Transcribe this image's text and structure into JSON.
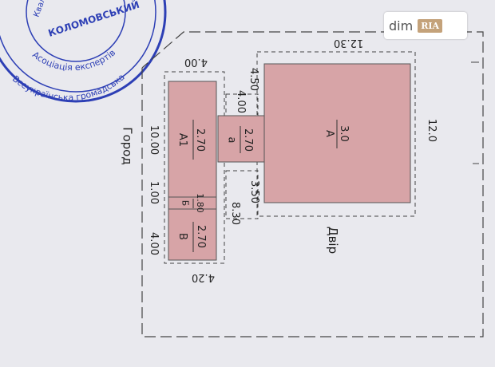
{
  "plan": {
    "outer_dims": {
      "left": "4.20",
      "top": "4.00",
      "right_top": "12.30",
      "right_side": "12.0"
    },
    "segments_left": [
      "4.00",
      "1.00",
      "10.00"
    ],
    "labels": {
      "garden": "Город",
      "yard": "Двір"
    },
    "inner_dims": {
      "gap_a": "8.30",
      "gap_b": "3.50",
      "a_top": "4.50",
      "a_small": "4.00"
    },
    "rooms": [
      {
        "id": "V",
        "name": "В",
        "value": "2.70"
      },
      {
        "id": "B",
        "name": "Б",
        "value": "1.80"
      },
      {
        "id": "A1",
        "name": "А1",
        "value": "2.70"
      },
      {
        "id": "a",
        "name": "а",
        "value": "2.70"
      },
      {
        "id": "A",
        "name": "А",
        "value": "3.0"
      }
    ]
  },
  "stamp": {
    "lines": [
      "Всеукраїнська громадська",
      "Асоціація експертів",
      "Кваліфікаційний",
      "КОЛОМОВСЬКИЙ"
    ],
    "color": "#2d3fb5"
  },
  "watermark": {
    "brand": "dim",
    "badge": "RIA"
  },
  "colors": {
    "fill": "#d7a4a7",
    "line": "#555555",
    "dash": "#444444",
    "bg": "#e9e9ee"
  }
}
